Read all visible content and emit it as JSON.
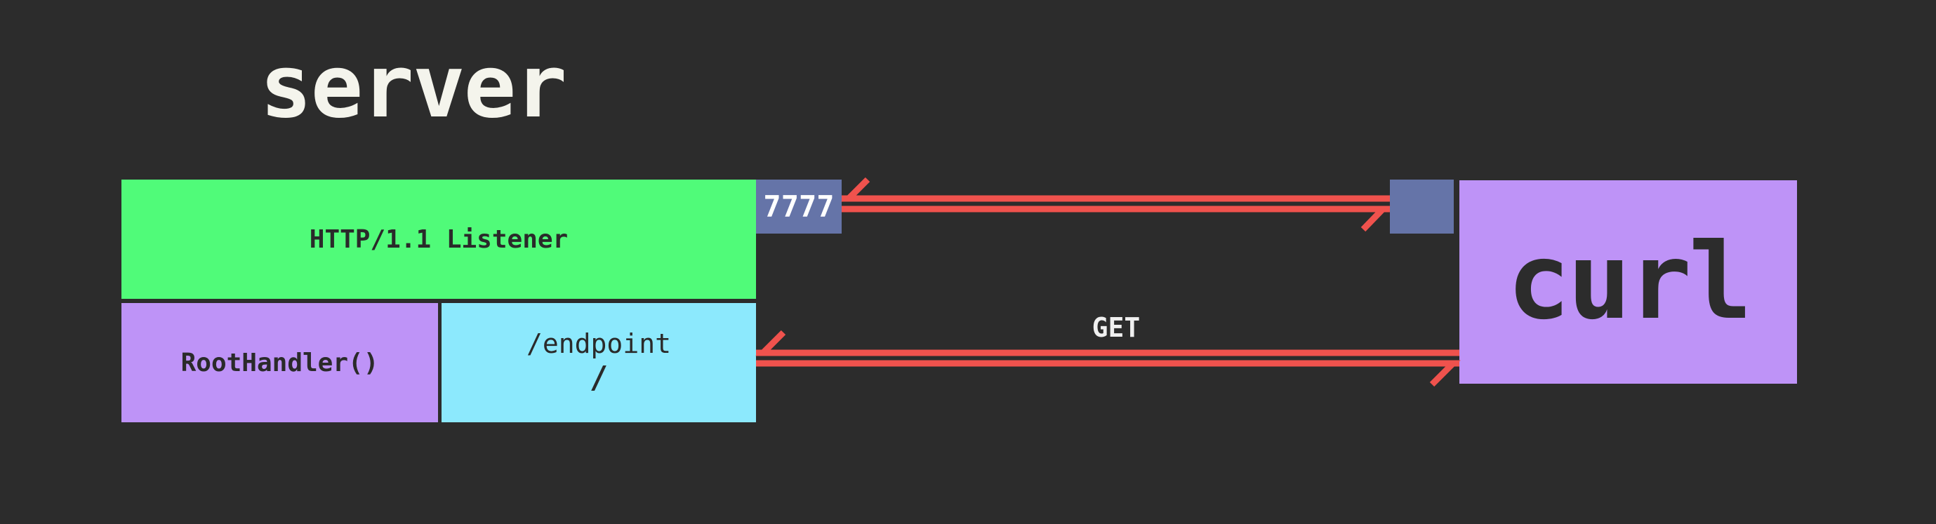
{
  "title": "server",
  "server": {
    "listener_label": "HTTP/1.1 Listener",
    "handler_label": "RootHandler()",
    "endpoint_line1": "/endpoint",
    "endpoint_line2": "/",
    "port": "7777"
  },
  "client": {
    "label": "curl"
  },
  "request": {
    "method_label": "GET"
  },
  "colors": {
    "background": "#2c2c2c",
    "listener": "#50fb79",
    "handler": "#be93f7",
    "endpoint": "#8ce9fd",
    "port": "#6574a8",
    "client": "#be93f7",
    "arrow": "#f0524d"
  }
}
